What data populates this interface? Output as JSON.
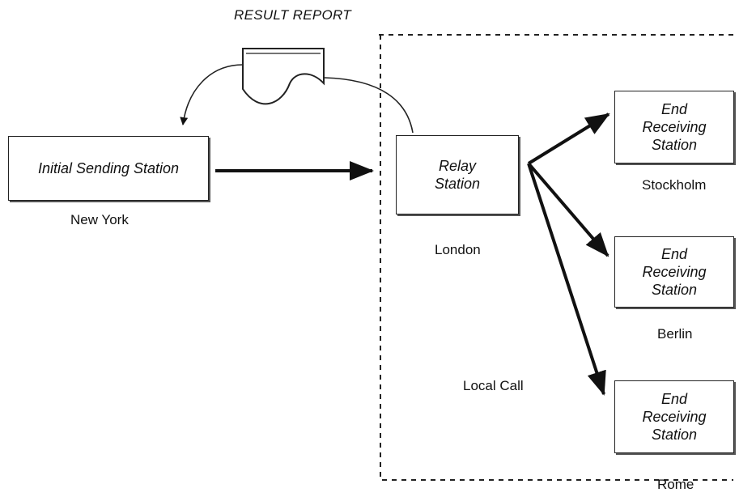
{
  "title": "RESULT REPORT",
  "stations": {
    "initial": {
      "label": "Initial Sending Station",
      "city": "New York"
    },
    "relay": {
      "label": "Relay\nStation",
      "city": "London"
    },
    "end_stockholm": {
      "label": "End\nReceiving\nStation",
      "city": "Stockholm"
    },
    "end_berlin": {
      "label": "End\nReceiving\nStation",
      "city": "Berlin"
    },
    "end_rome": {
      "label": "End\nReceiving\nStation",
      "city": "Rome"
    }
  },
  "local_call_label": "Local Call"
}
